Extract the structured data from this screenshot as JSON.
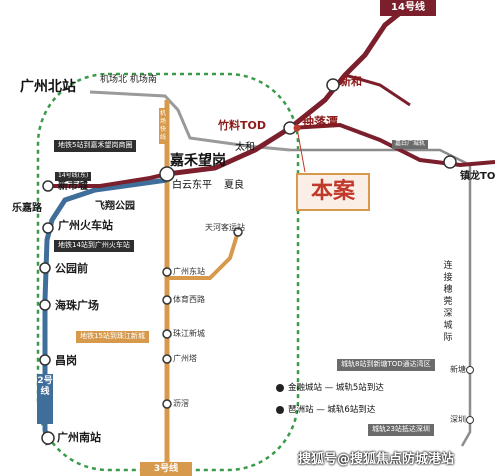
{
  "lines": {
    "line14": "14号线",
    "line2": "2号线",
    "line3": "3号线"
  },
  "stations": {
    "guangzhou_north": "广州北站",
    "airport": "机场北 机场南",
    "xinhe": "新和",
    "zhuliao_tod": "竹料TOD",
    "zhongluotan": "钟落潭",
    "taihe": "太和",
    "jiahewanggang": "嘉禾望岗",
    "baiyun_dongping": "白云东平",
    "xialiang": "夏良",
    "zhenlong": "镇龙TOD",
    "xinshixu": "新市墟",
    "feixiang": "飞翔公园",
    "lejia": "乐嘉路",
    "guangzhou_huoche": "广州火车站",
    "tianhe_keyun": "天河客运站",
    "guangzhou_dong": "广州东站",
    "tiyu_xilu": "体育西路",
    "zhujiang_xincheng": "珠江新城",
    "guangzhou_ta": "广州塔",
    "lijiao": "沥滘",
    "gongyuanqian": "公园前",
    "haizhu": "海珠广场",
    "changgang": "昌岗",
    "guangzhou_nan": "广州南站",
    "xintang": "新塘",
    "shenzhen": "深圳"
  },
  "labels": {
    "project": "本案",
    "line5_note": "地铁5站到嘉禾望岗商圈",
    "line14_note": "地铁14站到广州火车站",
    "line15_note": "地铁15站到珠江新城",
    "line14_top": "14号线(东)",
    "airport_line": "机场快线",
    "zengcheng_short": "嘉白广城轨",
    "intercity8": "城轨8站到新塘TOD通达湾区",
    "finance": "金融城站 — 城轨5站到达",
    "pazhou": "琶洲站 — 城轨6站到达",
    "intercity23": "城轨23站抵达深圳",
    "dongguan_vertical": "连接穗莞深城际",
    "watermark": "搜狐号@搜狐焦点防城港站"
  },
  "colors": {
    "line14": "#7a1f2b",
    "line2": "#3f6e9a",
    "line3": "#d79a4d",
    "airport": "#9a9a9a",
    "intercity": "#8c8c8c",
    "ring": "#3a9a4a",
    "project": "#c0392b"
  }
}
